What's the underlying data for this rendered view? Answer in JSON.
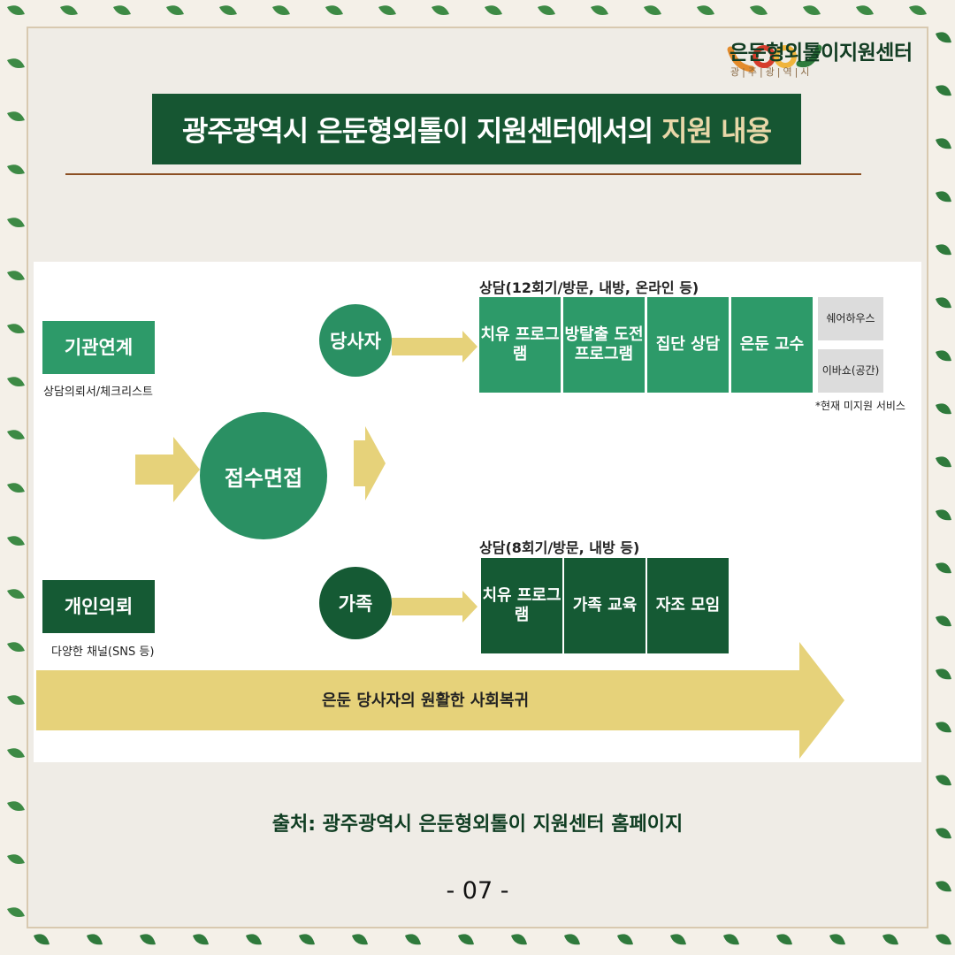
{
  "logo": {
    "text": "은둔형외톨이지원센터",
    "sub": "광|주|광|역|시"
  },
  "title": {
    "main": "광주광역시 은둔형외톨이 지원센터에서의",
    "highlight": "지원 내용"
  },
  "diagram": {
    "left_top": {
      "label": "기관연계",
      "sub": "상담의뢰서/체크리스트"
    },
    "left_bottom": {
      "label": "개인의뢰",
      "sub": "다양한 채널(SNS 등)"
    },
    "center": "접수면접",
    "party": "당사자",
    "family": "가족",
    "party_header": "상담(12회기/방문, 내방, 온라인 등)",
    "family_header": "상담(8회기/방문, 내방 등)",
    "party_boxes": [
      "치유 프로그램",
      "방탈출 도전 프로그램",
      "집단 상담",
      "은둔 고수"
    ],
    "services": [
      "쉐어하우스",
      "이바쇼(공간)"
    ],
    "services_note": "*현재 미지원 서비스",
    "family_boxes": [
      "치유 프로그램",
      "가족 교육",
      "자조 모임"
    ],
    "bottom_arrow": "은둔 당사자의 원활한 사회복귀"
  },
  "caption": "출처: 광주광역시 은둔형외톨이 지원센터 홈페이지",
  "page_number": "- 07 -",
  "colors": {
    "dark_green": "#155a34",
    "mid_green": "#2d9a69",
    "arrow_yellow": "#e6d27a",
    "title_bg": "#165632"
  }
}
